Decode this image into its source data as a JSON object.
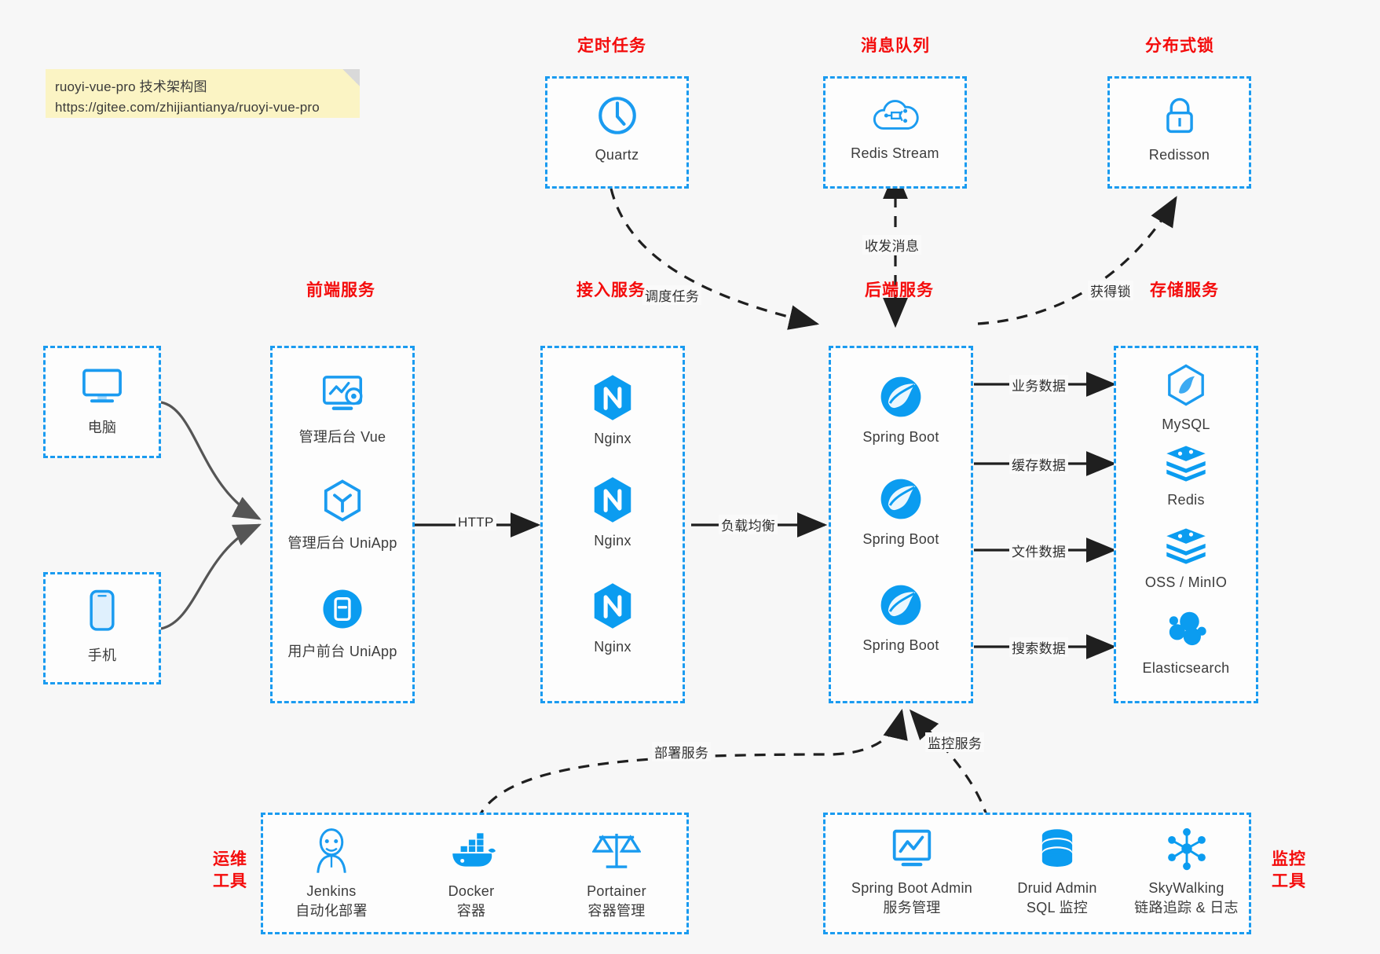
{
  "note": {
    "line1": "ruoyi-vue-pro 技术架构图",
    "line2": "https://gitee.com/zhijiantianya/ruoyi-vue-pro"
  },
  "colors": {
    "accent_blue": "#1a9bf0",
    "title_red": "#f40c0c",
    "background": "#f7f7f7",
    "note_yellow": "#fbf4c4",
    "arrow_gray": "#555555",
    "arrow_black": "#1f1f1f"
  },
  "groups": {
    "scheduler": {
      "title": "定时任务",
      "items": [
        {
          "label": "Quartz",
          "icon": "clock-icon"
        }
      ]
    },
    "mq": {
      "title": "消息队列",
      "items": [
        {
          "label": "Redis Stream",
          "icon": "cloud-stream-icon"
        }
      ]
    },
    "lock": {
      "title": "分布式锁",
      "items": [
        {
          "label": "Redisson",
          "icon": "padlock-icon"
        }
      ]
    },
    "client_pc": {
      "items": [
        {
          "label": "电脑",
          "icon": "desktop-icon"
        }
      ]
    },
    "client_mobile": {
      "items": [
        {
          "label": "手机",
          "icon": "phone-icon"
        }
      ]
    },
    "frontend": {
      "title": "前端服务",
      "items": [
        {
          "label": "管理后台 Vue",
          "icon": "dashboard-gear-icon"
        },
        {
          "label": "管理后台 UniApp",
          "icon": "hexagon-y-icon"
        },
        {
          "label": "用户前台 UniApp",
          "icon": "app-circle-icon"
        }
      ]
    },
    "gateway": {
      "title": "接入服务",
      "items": [
        {
          "label": "Nginx",
          "icon": "nginx-icon"
        },
        {
          "label": "Nginx",
          "icon": "nginx-icon"
        },
        {
          "label": "Nginx",
          "icon": "nginx-icon"
        }
      ]
    },
    "backend": {
      "title": "后端服务",
      "items": [
        {
          "label": "Spring Boot",
          "icon": "spring-boot-icon"
        },
        {
          "label": "Spring Boot",
          "icon": "spring-boot-icon"
        },
        {
          "label": "Spring Boot",
          "icon": "spring-boot-icon"
        }
      ]
    },
    "storage": {
      "title": "存储服务",
      "items": [
        {
          "label": "MySQL",
          "icon": "mysql-dolphin-icon"
        },
        {
          "label": "Redis",
          "icon": "redis-stack-icon"
        },
        {
          "label": "OSS / MinIO",
          "icon": "object-storage-icon"
        },
        {
          "label": "Elasticsearch",
          "icon": "elasticsearch-icon"
        }
      ]
    },
    "devops": {
      "title": "运维\n工具",
      "title_line1": "运维",
      "title_line2": "工具",
      "items": [
        {
          "label": "Jenkins",
          "sub": "自动化部署",
          "icon": "jenkins-butler-icon"
        },
        {
          "label": "Docker",
          "sub": "容器",
          "icon": "docker-whale-icon"
        },
        {
          "label": "Portainer",
          "sub": "容器管理",
          "icon": "scales-icon"
        }
      ]
    },
    "monitor": {
      "title_line1": "监控",
      "title_line2": "工具",
      "items": [
        {
          "label": "Spring Boot Admin",
          "sub": "服务管理",
          "icon": "monitor-chart-icon"
        },
        {
          "label": "Druid Admin",
          "sub": "SQL 监控",
          "icon": "database-icon"
        },
        {
          "label": "SkyWalking",
          "sub": "链路追踪 & 日志",
          "icon": "skywalking-node-icon"
        }
      ]
    }
  },
  "edges": [
    {
      "id": "http",
      "label": "HTTP",
      "from": "frontend",
      "to": "gateway",
      "style": "solid"
    },
    {
      "id": "lb",
      "label": "负载均衡",
      "from": "gateway",
      "to": "backend",
      "style": "solid"
    },
    {
      "id": "schedule",
      "label": "调度任务",
      "from": "scheduler",
      "to": "backend",
      "style": "dashed"
    },
    {
      "id": "mq",
      "label": "收发消息",
      "from": "mq",
      "to": "backend",
      "style": "dashed-bidirectional"
    },
    {
      "id": "lock",
      "label": "获得锁",
      "from": "backend",
      "to": "lock",
      "style": "dashed"
    },
    {
      "id": "biz",
      "label": "业务数据",
      "from": "backend",
      "to": "MySQL",
      "style": "solid"
    },
    {
      "id": "cache",
      "label": "缓存数据",
      "from": "backend",
      "to": "Redis",
      "style": "solid"
    },
    {
      "id": "file",
      "label": "文件数据",
      "from": "backend",
      "to": "OSS / MinIO",
      "style": "solid"
    },
    {
      "id": "search",
      "label": "搜索数据",
      "from": "backend",
      "to": "Elasticsearch",
      "style": "solid"
    },
    {
      "id": "deploy",
      "label": "部署服务",
      "from": "devops",
      "to": "backend",
      "style": "dashed"
    },
    {
      "id": "monitor",
      "label": "监控服务",
      "from": "monitor",
      "to": "backend",
      "style": "dashed"
    }
  ]
}
